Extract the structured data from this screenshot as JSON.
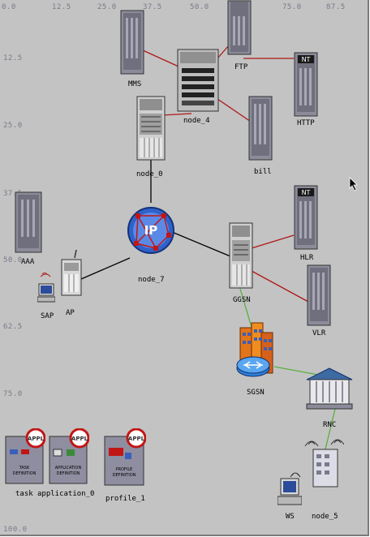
{
  "x_ticks": [
    "0.0",
    "12.5",
    "25.0",
    "37.5",
    "50.0",
    "75.0",
    "87.5"
  ],
  "y_ticks": [
    "12.5",
    "25.0",
    "37.5",
    "50.0",
    "62.5",
    "75.0",
    "100.0"
  ],
  "nodes": {
    "mms": "MMS",
    "ftp": "FTP",
    "http": "HTTP",
    "node_4": "node_4",
    "node_0": "node_0",
    "bill": "bill",
    "aaa": "AAA",
    "node_7": "node_7",
    "ggsn": "GGSN",
    "hlr": "HLR",
    "vlr": "VLR",
    "sap": "SAP",
    "ap": "AP",
    "sgsn": "SGSN",
    "rnc": "RNC",
    "ws": "WS",
    "node_5": "node_5"
  },
  "badges": {
    "nt": "NT",
    "ip": "IP",
    "appl": "APPL"
  },
  "config_objects": {
    "task": {
      "label": "task",
      "title1": "TASK",
      "title2": "DEFINITION"
    },
    "application": {
      "label": "application_0",
      "title1": "APPLICATION",
      "title2": "DEFINITION"
    },
    "profile": {
      "label": "profile_1",
      "title1": "PROFILE",
      "title2": "DEFINITION"
    }
  },
  "colors": {
    "background": "#c3c3c3",
    "link_red": "#b01818",
    "link_black": "#000000",
    "link_green": "#58b040",
    "router_blue": "#2f62c9",
    "config_red": "#c21616"
  }
}
